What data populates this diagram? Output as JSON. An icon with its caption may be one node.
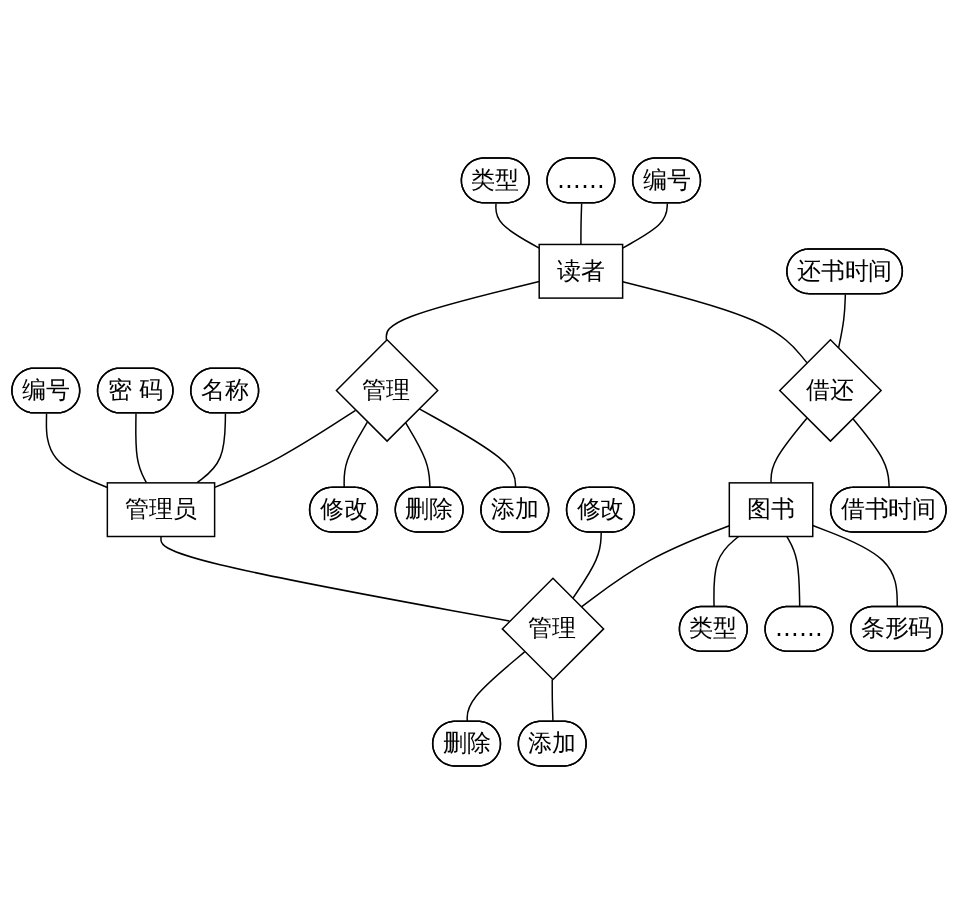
{
  "diagram": {
    "nodes": [
      {
        "text": [
          "类型"
        ]
      },
      {
        "text": [
          "……"
        ]
      },
      {
        "text": [
          "编号"
        ]
      },
      {
        "text": [
          "编号"
        ]
      },
      {
        "text": [
          "密 码"
        ]
      },
      {
        "text": [
          "名称"
        ]
      },
      {
        "text": [
          "读者"
        ]
      },
      {
        "text": [
          "管理"
        ]
      },
      {
        "text": [
          "管理员"
        ]
      },
      {
        "text": [
          "修改"
        ]
      },
      {
        "text": [
          "删除"
        ]
      },
      {
        "text": [
          "添加"
        ]
      },
      {
        "text": [
          "还书时间"
        ]
      },
      {
        "text": [
          "修改"
        ]
      },
      {
        "text": [
          "借还"
        ]
      },
      {
        "text": [
          "图书"
        ]
      },
      {
        "text": [
          "管理"
        ]
      },
      {
        "text": [
          "借书时间"
        ]
      },
      {
        "text": [
          "删除"
        ]
      },
      {
        "text": [
          "添加"
        ]
      },
      {
        "text": [
          "类型"
        ]
      },
      {
        "text": [
          "……"
        ]
      },
      {
        "text": [
          "条形码"
        ]
      }
    ],
    "edges": [
      {
        "from": 0,
        "to": 6,
        "arrow": "none"
      },
      {
        "from": 1,
        "to": 6,
        "arrow": "none"
      },
      {
        "from": 2,
        "to": 6,
        "arrow": "none"
      },
      {
        "from": 3,
        "to": 8,
        "arrow": "none"
      },
      {
        "from": 4,
        "to": 8,
        "arrow": "none"
      },
      {
        "from": 5,
        "to": 8,
        "arrow": "none"
      },
      {
        "from": 6,
        "to": 7,
        "arrow": "none"
      },
      {
        "from": 7,
        "to": 8,
        "arrow": "none"
      },
      {
        "from": 7,
        "to": 9,
        "arrow": "none"
      },
      {
        "from": 7,
        "to": 10,
        "arrow": "none"
      },
      {
        "from": 7,
        "to": 11,
        "arrow": "none"
      },
      {
        "from": 6,
        "to": 14,
        "arrow": "none"
      },
      {
        "from": 12,
        "to": 14,
        "arrow": "none"
      },
      {
        "from": 14,
        "to": 15,
        "arrow": "none"
      },
      {
        "from": 15,
        "to": 16,
        "arrow": "none"
      },
      {
        "from": 8,
        "to": 16,
        "arrow": "none"
      },
      {
        "from": 13,
        "to": 16,
        "arrow": "none"
      },
      {
        "from": 14,
        "to": 17,
        "arrow": "none"
      },
      {
        "from": 16,
        "to": 18,
        "arrow": "none"
      },
      {
        "from": 16,
        "to": 19,
        "arrow": "none"
      },
      {
        "from": 15,
        "to": 20,
        "arrow": "none"
      },
      {
        "from": 15,
        "to": 21,
        "arrow": "none"
      },
      {
        "from": 15,
        "to": 22,
        "arrow": "none"
      }
    ]
  }
}
